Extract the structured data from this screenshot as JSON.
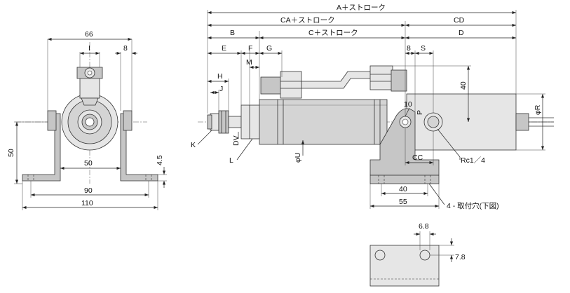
{
  "labels": {
    "A": "A＋ストローク",
    "CA": "CA＋ストローク",
    "CD": "CD",
    "B": "B",
    "C": "C＋ストローク",
    "D": "D",
    "E": "E",
    "F": "F",
    "G": "G",
    "eight_top": "8",
    "S": "S",
    "H": "H",
    "M": "M",
    "J": "J",
    "K": "K",
    "DV": "DV",
    "L": "L",
    "phiU": "φU",
    "P": "P",
    "ten": "10",
    "forty_v": "40",
    "phiR": "φR",
    "CC": "CC",
    "Rc": "Rc1／4",
    "forty_h": "40",
    "fiftyfive": "55",
    "mount_holes": "4 - 取付穴(下図)",
    "sixty_six": "66",
    "I": "I",
    "eight_left": "8",
    "fifty_v": "50",
    "four_five": "4.5",
    "fifty_h": "50",
    "ninety": "90",
    "one_ten": "110",
    "six_eight": "6.8",
    "seven_eight": "7.8"
  }
}
